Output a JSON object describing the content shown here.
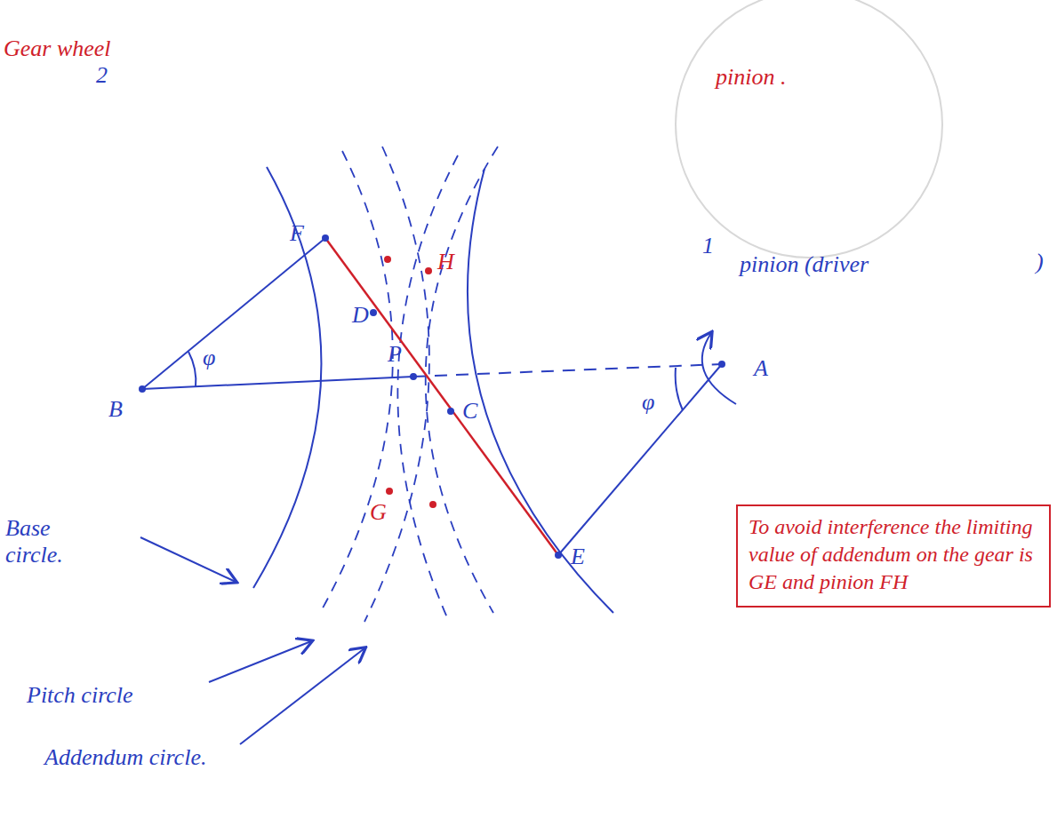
{
  "diagram": {
    "nodes": [
      {
        "text": [
          "To avoid interference the limiting value of addendum on the gear is GE and pinion FH"
        ]
      }
    ],
    "labels": [
      "Gear wheel",
      "2",
      "F",
      "D",
      "H",
      "P",
      "C",
      "B",
      "φ",
      "φ",
      "A",
      "pinion .",
      "1",
      "pinion (driver",
      ")",
      "E",
      "G",
      "Base circle.",
      "Pitch circle",
      "Addendum circle."
    ]
  }
}
